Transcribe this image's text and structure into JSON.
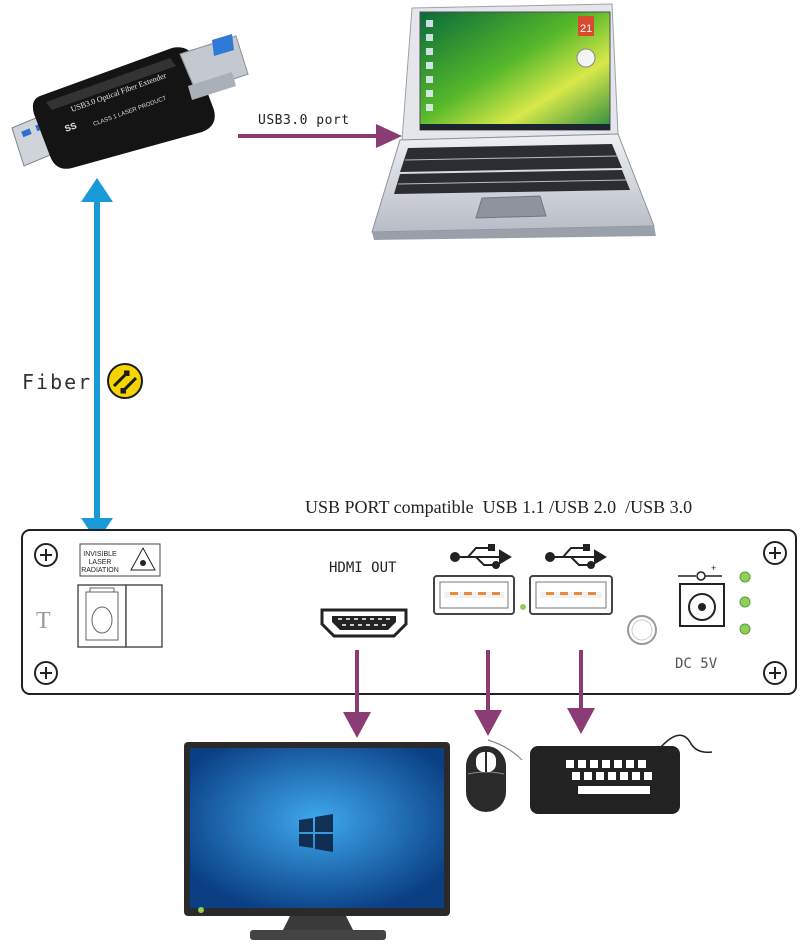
{
  "dongle": {
    "line1": "USB3.0 Optical Fiber Extender",
    "line2": "CLASS 1 LASER PRODUCT",
    "logo": "SS"
  },
  "laptop": {
    "usb_label": "USB3.0 port",
    "calendar_day": "21"
  },
  "fiber": {
    "label": "Fiber"
  },
  "device": {
    "compat_label": "USB PORT compatible  USB 1.1 /USB 2.0  /USB 3.0",
    "hdmi_label": "HDMI OUT",
    "dc_label": "DC 5V",
    "port_letter": "T",
    "laser_warning": [
      "INVISIBLE",
      "LASER",
      "RADIATION"
    ]
  },
  "colors": {
    "fiber_arrow": "#1a9ad8",
    "flow_arrow": "#8b3c74",
    "panel_stroke": "#222222",
    "led": "#8fd05a"
  },
  "icons": [
    "usb-icon",
    "laser-warning-icon",
    "fiber-swap-icon",
    "screw-icon",
    "hdmi-port-icon",
    "dc-jack-icon"
  ]
}
